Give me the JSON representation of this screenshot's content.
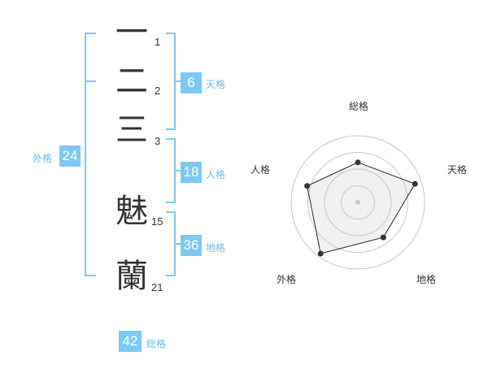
{
  "name": {
    "characters": [
      {
        "char": "一",
        "strokes": "1"
      },
      {
        "char": "二",
        "strokes": "2"
      },
      {
        "char": "三",
        "strokes": "3"
      },
      {
        "char": "魅",
        "strokes": "15"
      },
      {
        "char": "蘭",
        "strokes": "21"
      }
    ]
  },
  "scores": {
    "tenkaku": {
      "value": "6",
      "label": "天格"
    },
    "jinkaku": {
      "value": "18",
      "label": "人格"
    },
    "chikaku": {
      "value": "36",
      "label": "地格"
    },
    "gaikaku": {
      "value": "24",
      "label": "外格"
    },
    "soukaku": {
      "value": "42",
      "label": "総格"
    }
  },
  "colors": {
    "accent": "#7ec8f4",
    "label": "#6bbde8",
    "text": "#333333"
  },
  "chart_data": {
    "type": "radar",
    "axes": [
      "総格",
      "天格",
      "地格",
      "外格",
      "人格"
    ],
    "values": [
      0.6,
      0.9,
      0.65,
      0.95,
      0.8
    ],
    "rings": 4
  }
}
